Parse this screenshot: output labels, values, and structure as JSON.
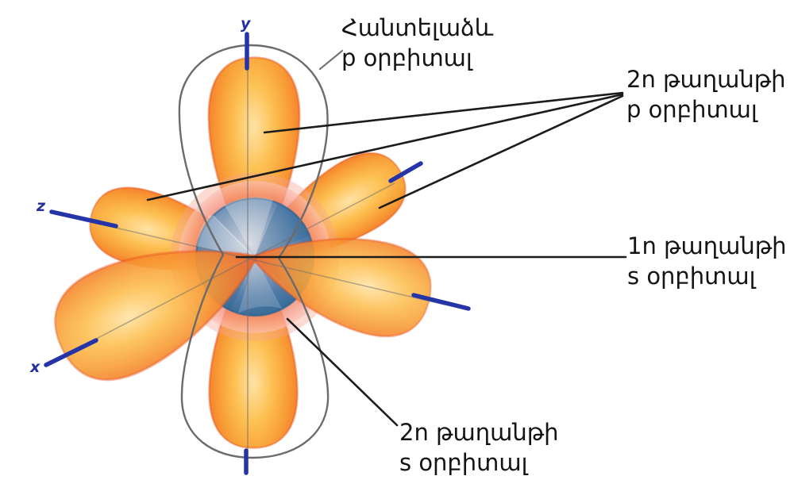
{
  "figure": {
    "description_labels": {
      "dumbbell_p": {
        "line1": "Հանտելաձև",
        "line2": "p օրբիտալ"
      },
      "shell2_p": {
        "line1": "2ո թաղանթի",
        "line2": "p օրբիտալ"
      },
      "shell1_s": {
        "line1": "1ո թաղանթի",
        "line2": "s օրբիտալ"
      },
      "shell2_s": {
        "line1": "2ո թաղանթի",
        "line2": "s օրբիտալ"
      }
    },
    "axes": {
      "x_label": "x",
      "y_label": "y",
      "z_label": "z",
      "axis_color": "#23309b"
    },
    "colors": {
      "lobe_highlight": "#ffe3a6",
      "lobe_mid": "#f89d36",
      "lobe_edge": "#e94e1f",
      "s1_sphere_blue": "#4a7cab",
      "s2_ring_salmon": "#ee6247",
      "outline_gray": "#6b6b6b",
      "annotation_black": "#1c1c1c",
      "background": "#ffffff"
    }
  }
}
